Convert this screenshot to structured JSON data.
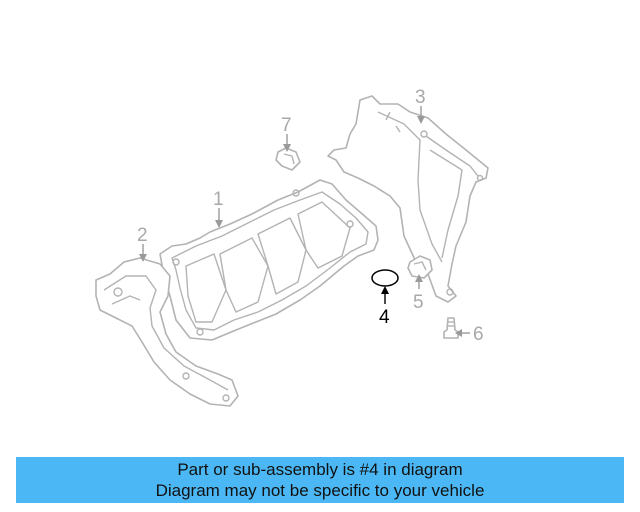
{
  "diagram": {
    "callouts": [
      {
        "id": "1",
        "label": "1",
        "highlight": false
      },
      {
        "id": "2",
        "label": "2",
        "highlight": false
      },
      {
        "id": "3",
        "label": "3",
        "highlight": false
      },
      {
        "id": "4",
        "label": "4",
        "highlight": true
      },
      {
        "id": "5",
        "label": "5",
        "highlight": false
      },
      {
        "id": "6",
        "label": "6",
        "highlight": false
      },
      {
        "id": "7",
        "label": "7",
        "highlight": false
      }
    ]
  },
  "banner": {
    "line1": "Part or sub-assembly is #4 in diagram",
    "line2": "Diagram may not be specific to your vehicle",
    "background": "#4bb8f5"
  }
}
